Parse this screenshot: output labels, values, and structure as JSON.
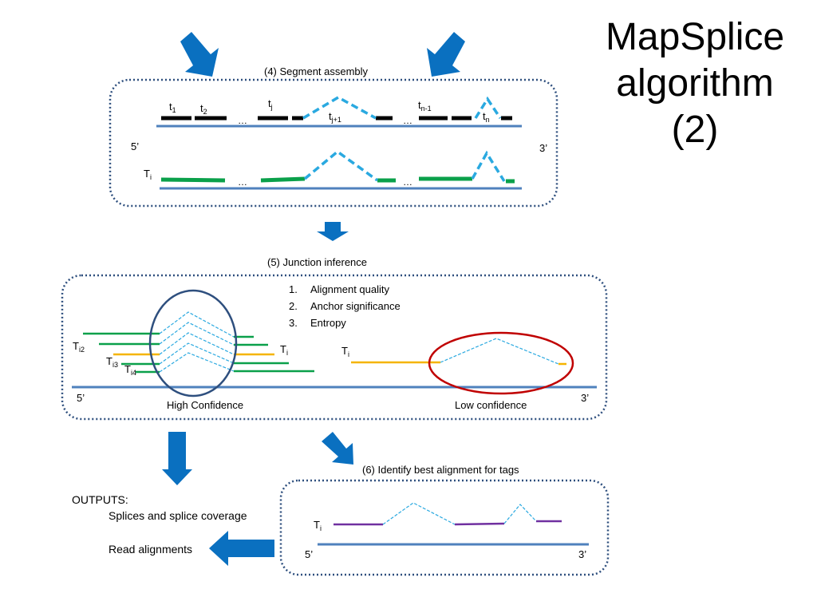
{
  "title": {
    "line1": "MapSplice",
    "line2": "algorithm",
    "line3": "(2)"
  },
  "step4": {
    "label": "(4)  Segment assembly",
    "tags": {
      "t1": "t",
      "t1_sub": "1",
      "t2": "t",
      "t2_sub": "2",
      "tj": "t",
      "tj_sub": "j",
      "tj1": "t",
      "tj1_sub": "j+1",
      "tn1": "t",
      "tn1_sub": "n-1",
      "tn": "t",
      "tn_sub": "n"
    },
    "ellipsis": "…",
    "five_prime": "5’",
    "three_prime": "3’",
    "Ti": "T",
    "Ti_sub": "i"
  },
  "step5": {
    "label": "(5) Junction inference",
    "criteria": [
      "Alignment quality",
      "Anchor significance",
      "Entropy"
    ],
    "criteria_nums": [
      "1.",
      "2.",
      "3."
    ],
    "labels": {
      "Ti2": "T",
      "Ti2_sub": "i2",
      "Ti3": "T",
      "Ti3_sub": "i3",
      "Ti4": "T",
      "Ti4_sub": "i4",
      "Ti": "T",
      "Ti_sub": "i"
    },
    "high": "High  Confidence",
    "low": "Low confidence",
    "five_prime": "5’",
    "three_prime": "3’"
  },
  "step6": {
    "label": "(6)  Identify best alignment for tags",
    "Ti": "T",
    "Ti_sub": "i",
    "five_prime": "5’",
    "three_prime": "3’"
  },
  "outputs": {
    "heading": "OUTPUTS:",
    "item1": "Splices and splice coverage",
    "item2": "Read alignments"
  },
  "colors": {
    "arrow": "#0a70c0",
    "reference": "#4f81bd",
    "box_border": "#2e4f7e",
    "tag_black": "#000000",
    "tag_green": "#0aa04a",
    "gap_cyan": "#2aa9e0",
    "read_orange": "#f5b400",
    "read_purple": "#7030a0",
    "high_circle": "#2e4f7e",
    "low_circle": "#c00000"
  }
}
